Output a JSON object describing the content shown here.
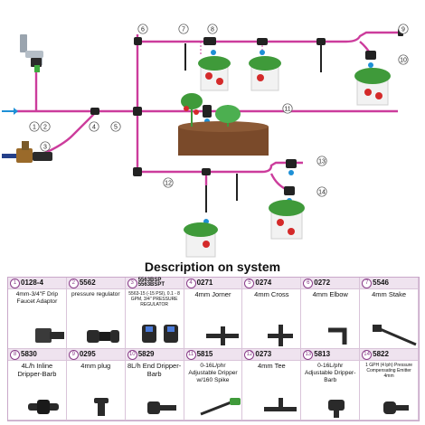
{
  "diagram": {
    "callouts": [
      "1",
      "2",
      "3",
      "4",
      "5",
      "6",
      "7",
      "8",
      "9",
      "10",
      "11",
      "12",
      "13",
      "14"
    ],
    "colors": {
      "main_line": "#cc3c9c",
      "water": "#1e90d6",
      "connector": "#222222",
      "pot": "#f2f2f2",
      "leaf": "#3f9a3a",
      "berry": "#d42a2a",
      "soil": "#7a4a2a"
    }
  },
  "section_title": "Description on system",
  "parts": [
    {
      "num": "1",
      "code": "0128-4",
      "desc": "4mm-3/4\"F Drip Faucet Adaptor",
      "icon": "faucet-adaptor-icon"
    },
    {
      "num": "2",
      "code": "5562",
      "desc": "pressure regulator",
      "icon": "pressure-regulator-icon"
    },
    {
      "num": "3",
      "code": "5563BSP 5563BSPT",
      "desc": "5563-15 (-15 PSI), 0.1 - 8 GPM, 3/4\" PRESSURE REGULATOR",
      "sub": "5563BSP 5563BSPT",
      "icon": "regulator-pair-icon"
    },
    {
      "num": "4",
      "code": "0271",
      "desc": "4mm Jorner",
      "icon": "four-way-cross-icon"
    },
    {
      "num": "5",
      "code": "0274",
      "desc": "4mm Cross",
      "icon": "cross-connector-icon"
    },
    {
      "num": "6",
      "code": "0272",
      "desc": "4mm Elbow",
      "icon": "elbow-connector-icon"
    },
    {
      "num": "7",
      "code": "5546",
      "desc": "4mm Stake",
      "icon": "stake-icon"
    },
    {
      "num": "8",
      "code": "5830",
      "desc": "4L/h Inline Dripper-Barb",
      "icon": "inline-dripper-icon"
    },
    {
      "num": "9",
      "code": "0295",
      "desc": "4mm plug",
      "icon": "plug-icon"
    },
    {
      "num": "10",
      "code": "5829",
      "desc": "8L/h End Dripper-Barb",
      "icon": "end-dripper-icon"
    },
    {
      "num": "11",
      "code": "5815",
      "desc": "0-16L/phr Adjustable Dripper w/160 Spike",
      "icon": "spike-dripper-icon"
    },
    {
      "num": "12",
      "code": "0273",
      "desc": "4mm Tee",
      "icon": "tee-connector-icon"
    },
    {
      "num": "13",
      "code": "5813",
      "desc": "0-16L/phr Adjustable Dripper-Barb",
      "icon": "adjustable-dripper-icon"
    },
    {
      "num": "14",
      "code": "5822",
      "desc": "1 GPH (4 lph) Pressure Compensating Emitter 4mm",
      "icon": "emitter-icon"
    }
  ]
}
